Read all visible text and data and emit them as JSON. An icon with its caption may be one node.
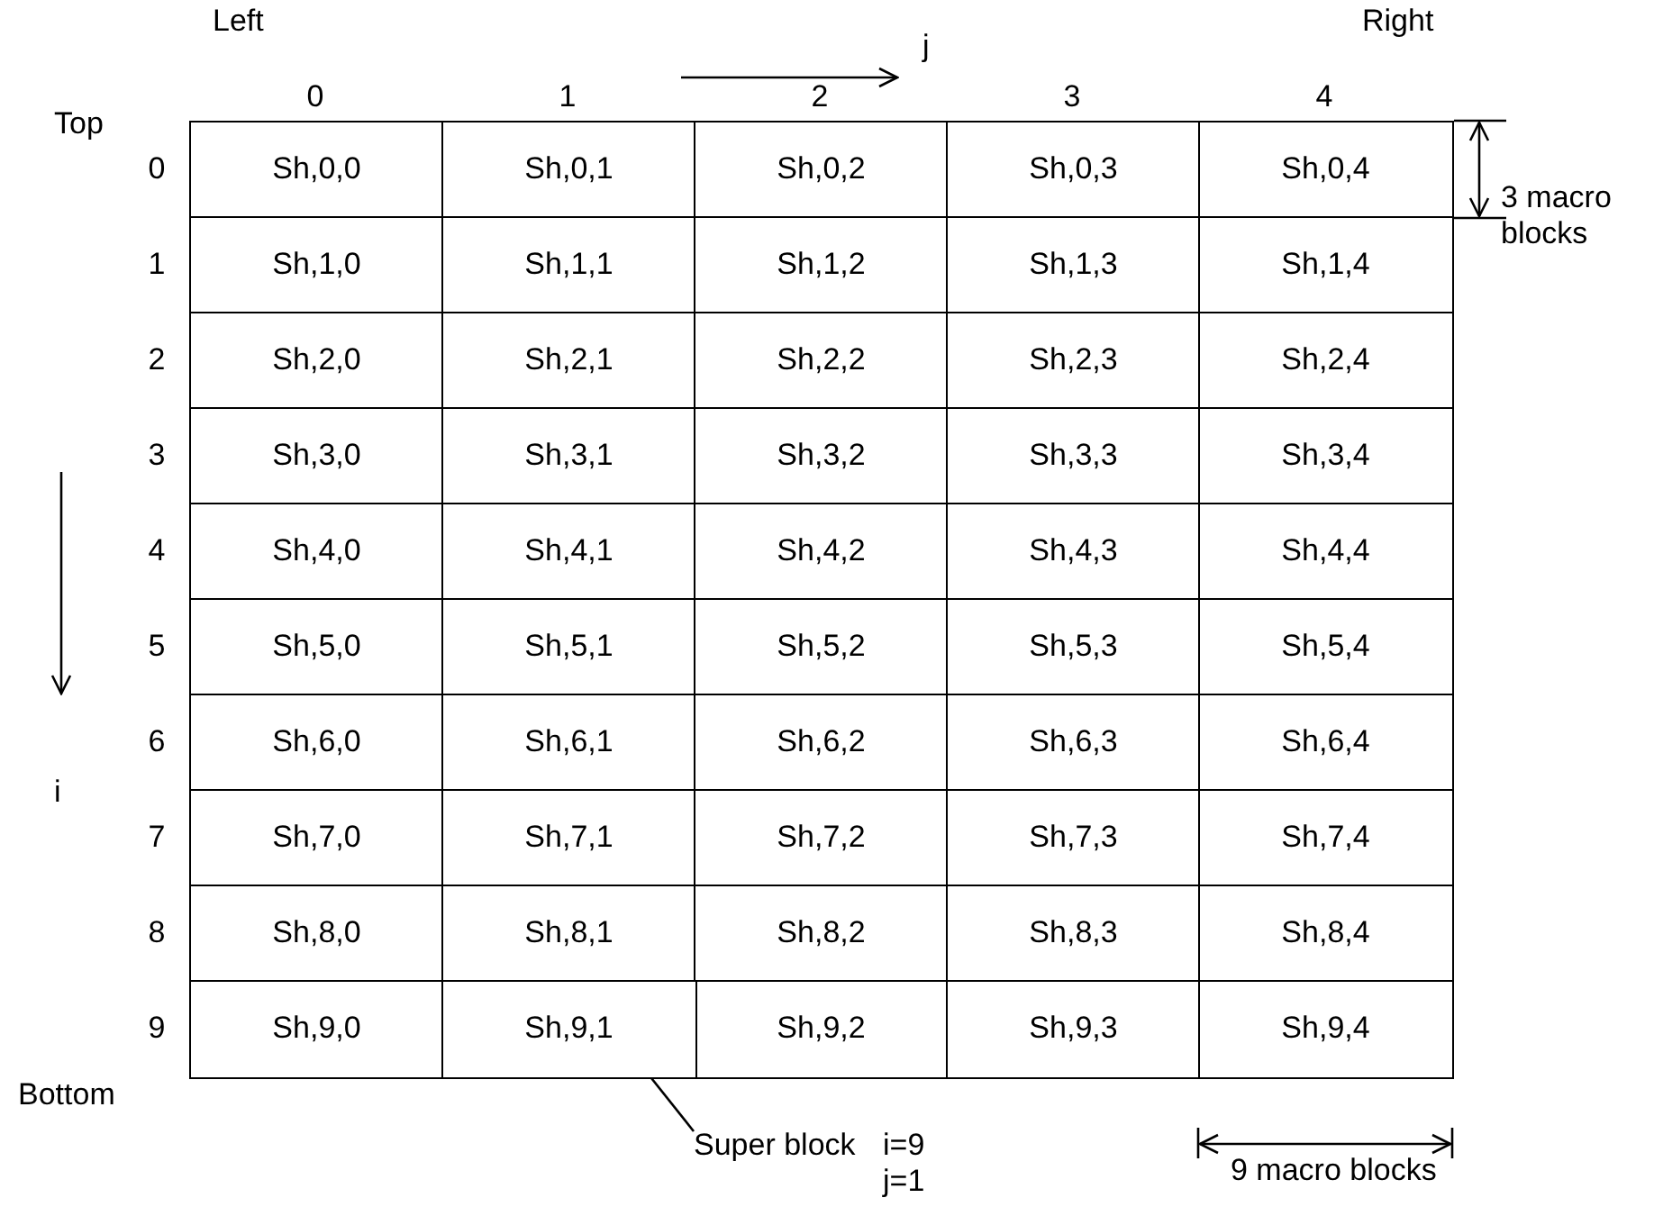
{
  "diagram": {
    "nodes": [
      {
        "text": [
          "Super block"
        ],
        "beside": [
          "i=9 j=1"
        ]
      },
      {
        "text": [
          "Sh,9,1"
        ]
      }
    ],
    "edges": [
      {
        "from": 0,
        "to": 1,
        "arrow": "none"
      }
    ],
    "labels": [
      "Left",
      "j",
      "Right",
      "0",
      "1",
      "2",
      "3",
      "4",
      "3 macro blocks",
      "Top",
      "0",
      "Sh,0,0",
      "Sh,0,1",
      "Sh,0,2",
      "Sh,0,3",
      "Sh,0,4",
      "1",
      "Sh,1,0",
      "Sh,1,1",
      "Sh,1,2",
      "Sh,1,3",
      "Sh,1,4",
      "2",
      "Sh,2,0",
      "Sh,2,1",
      "Sh,2,2",
      "Sh,2,3",
      "Sh,2,4",
      "3",
      "Sh,3,0",
      "Sh,3,1",
      "Sh,3,2",
      "Sh,3,3",
      "Sh,3,4",
      "4",
      "Sh,4,0",
      "Sh,4,1",
      "Sh,4,2",
      "Sh,4,3",
      "Sh,4,4",
      "5",
      "Sh,5,0",
      "Sh,5,1",
      "Sh,5,2",
      "Sh,5,3",
      "Sh,5,4",
      "6",
      "Sh,6,0",
      "Sh,6,1",
      "Sh,6,2",
      "Sh,6,3",
      "Sh,6,4",
      "7",
      "Sh,7,0",
      "Sh,7,1",
      "Sh,7,2",
      "Sh,7,3",
      "Sh,7,4",
      "8",
      "Sh,8,0",
      "Sh,8,1",
      "Sh,8,2",
      "Sh,8,3",
      "Sh,8,4",
      "9",
      "Sh,9,0",
      "Sh,9,2",
      "Sh,9,3",
      "Sh,9,4",
      "i",
      "Bottom",
      "9 macro blocks"
    ]
  }
}
